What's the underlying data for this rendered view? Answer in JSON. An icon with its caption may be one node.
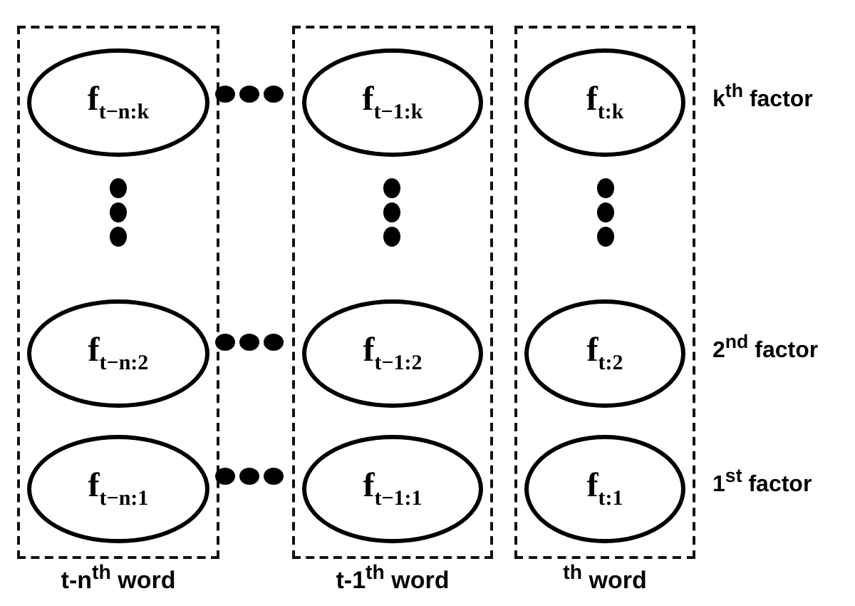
{
  "diagram": {
    "nodes": [
      {
        "text": [
          "t-n$^{th}$ word"
        ]
      },
      {
        "text": [
          "f$_{t−n:k}$"
        ],
        "in": 0
      },
      {
        "text": [
          "f$_{t−n:2}$"
        ],
        "in": 0
      },
      {
        "text": [
          "f$_{t−n:1}$"
        ],
        "in": 0
      },
      {
        "text": [
          "t-1$^{th}$ word"
        ]
      },
      {
        "text": [
          "f$_{t−1:k}$"
        ],
        "in": 4
      },
      {
        "text": [
          "f$_{t−1:2}$"
        ],
        "in": 4
      },
      {
        "text": [
          "f$_{t−1:1}$"
        ],
        "in": 4
      },
      {
        "text": [
          "$^{th}$ word"
        ]
      },
      {
        "text": [
          "f$_{t:k}$"
        ],
        "in": 8
      },
      {
        "text": [
          "f$_{t:2}$"
        ],
        "in": 8
      },
      {
        "text": [
          "f$_{t:1}$"
        ],
        "in": 8
      }
    ],
    "edges": [],
    "labels": [
      "k$^{th}$ factor",
      "2$^{nd}$ factor",
      "1$^{st}$ factor"
    ]
  }
}
